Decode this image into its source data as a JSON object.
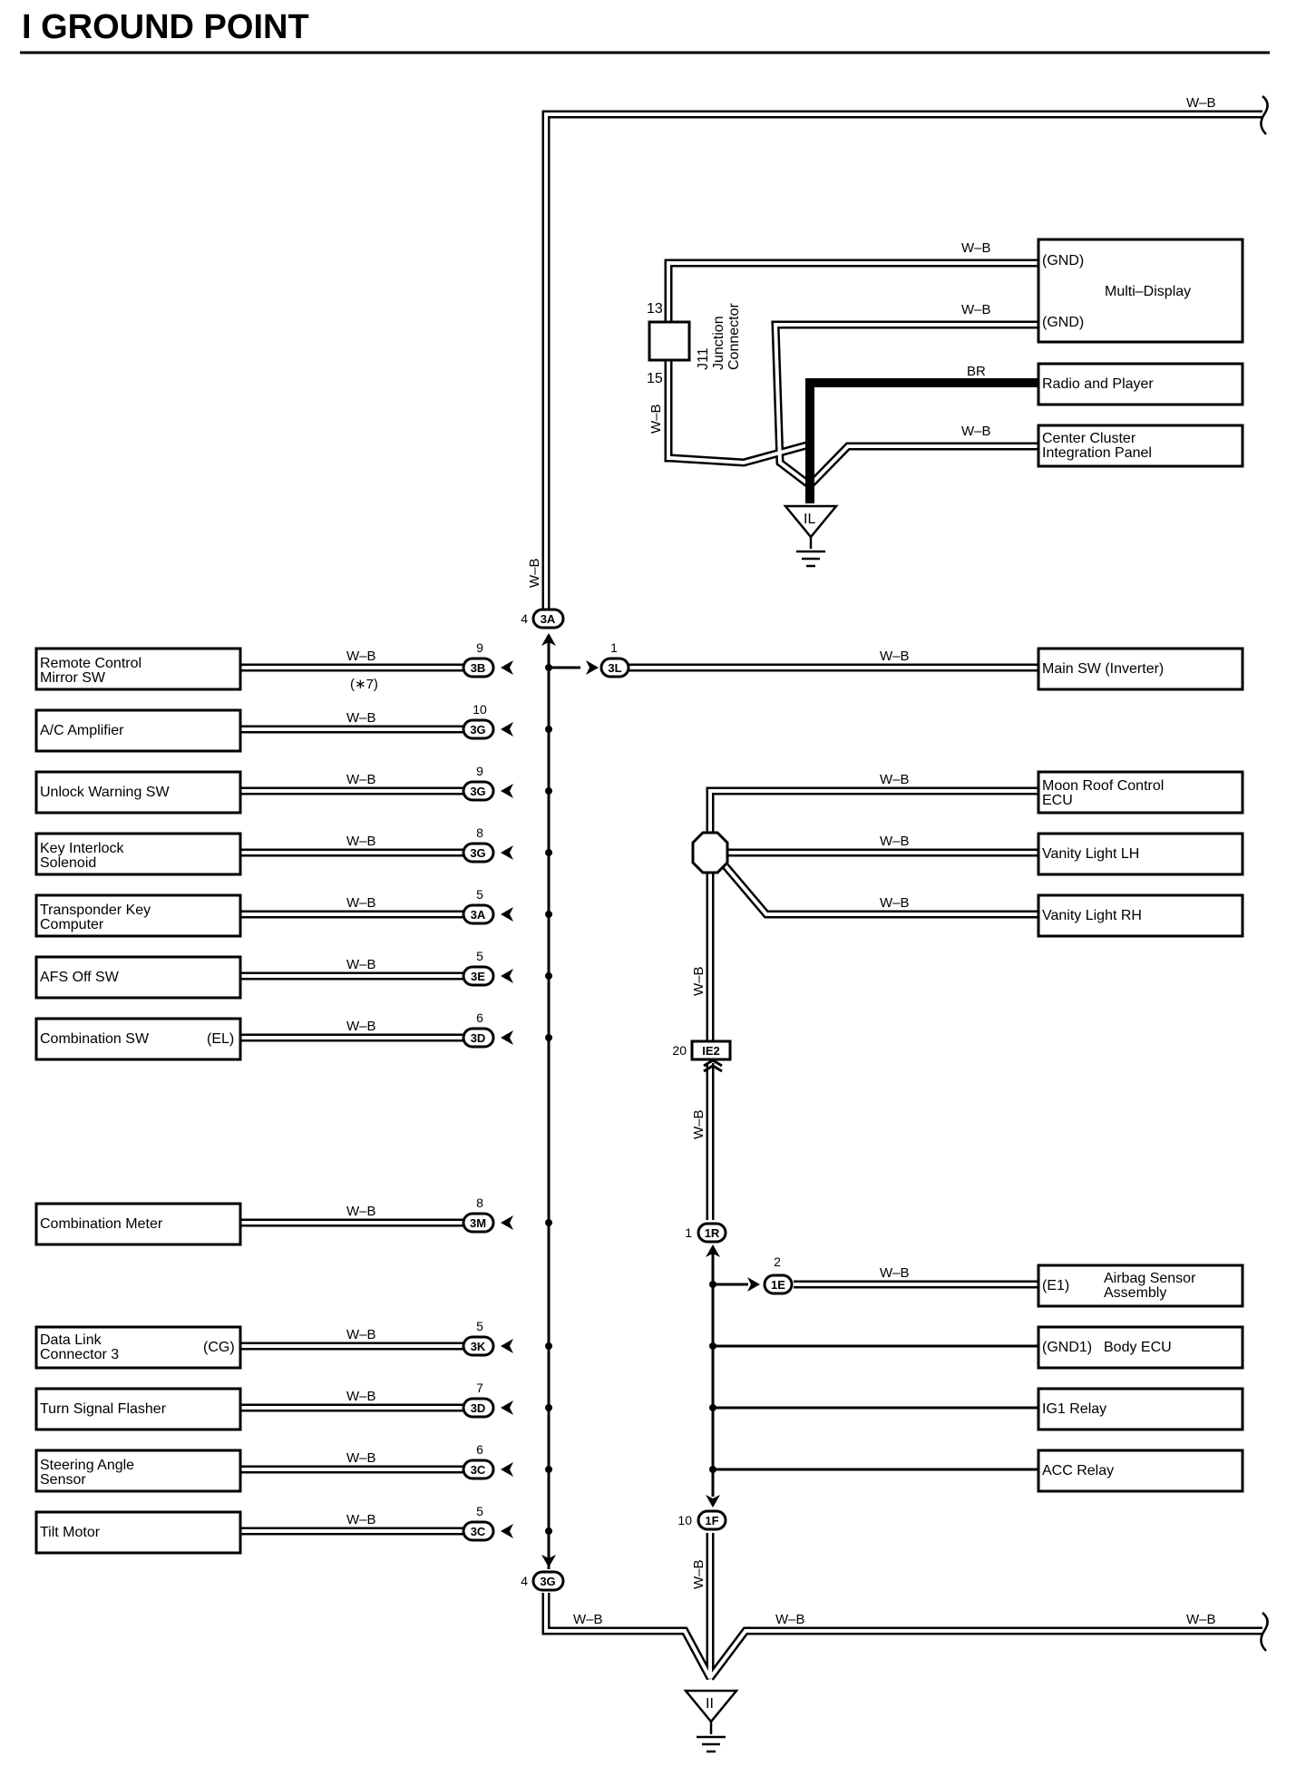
{
  "title": "I  GROUND POINT",
  "wire_wb": "W–B",
  "wire_br": "BR",
  "note_7": "(∗7)",
  "j11": {
    "label": "J11",
    "name1": "Junction",
    "name2": "Connector",
    "pin_top": "13",
    "pin_bottom": "15"
  },
  "multi_display": {
    "name": "Multi–Display",
    "gnd1": "(GND)",
    "gnd2": "(GND)"
  },
  "right_upper": {
    "radio": "Radio and Player",
    "cluster1": "Center Cluster",
    "cluster2": "Integration Panel",
    "main_sw": "Main SW (Inverter)",
    "moon1": "Moon Roof Control",
    "moon2": "ECU",
    "vanity_lh": "Vanity Light LH",
    "vanity_rh": "Vanity Light RH"
  },
  "right_lower": {
    "airbag_pin": "(E1)",
    "airbag1": "Airbag Sensor",
    "airbag2": "Assembly",
    "body_pin": "(GND1)",
    "body": "Body ECU",
    "ig1": "IG1 Relay",
    "acc": "ACC Relay"
  },
  "ground_points": {
    "il": "IL",
    "ii": "II"
  },
  "left_components": [
    {
      "l1": "Remote Control",
      "l2": "Mirror SW",
      "pin": "",
      "conn": "3B",
      "pinno": "9"
    },
    {
      "l1": "A/C Amplifier",
      "l2": "",
      "pin": "",
      "conn": "3G",
      "pinno": "10"
    },
    {
      "l1": "Unlock Warning SW",
      "l2": "",
      "pin": "",
      "conn": "3G",
      "pinno": "9"
    },
    {
      "l1": "Key Interlock",
      "l2": "Solenoid",
      "pin": "",
      "conn": "3G",
      "pinno": "8"
    },
    {
      "l1": "Transponder Key",
      "l2": "Computer",
      "pin": "",
      "conn": "3A",
      "pinno": "5"
    },
    {
      "l1": "AFS Off SW",
      "l2": "",
      "pin": "",
      "conn": "3E",
      "pinno": "5"
    },
    {
      "l1": "Combination SW",
      "l2": "",
      "pin": "(EL)",
      "conn": "3D",
      "pinno": "6"
    },
    {
      "l1": "Combination Meter",
      "l2": "",
      "pin": "",
      "conn": "3M",
      "pinno": "8"
    },
    {
      "l1": "Data Link",
      "l2": "Connector 3",
      "pin": "(CG)",
      "conn": "3K",
      "pinno": "5"
    },
    {
      "l1": "Turn Signal Flasher",
      "l2": "",
      "pin": "",
      "conn": "3D",
      "pinno": "7"
    },
    {
      "l1": "Steering Angle",
      "l2": "Sensor",
      "pin": "",
      "conn": "3C",
      "pinno": "6"
    },
    {
      "l1": "Tilt Motor",
      "l2": "",
      "pin": "",
      "conn": "3C",
      "pinno": "5"
    }
  ],
  "connectors": {
    "c3a_top": "3A",
    "c3a_top_pin": "4",
    "c3g_bottom": "3G",
    "c3g_bottom_pin": "4",
    "c3l": "3L",
    "c3l_pin": "1",
    "ie2": "IE2",
    "ie2_pin": "20",
    "c1r": "1R",
    "c1r_pin": "1",
    "c1e": "1E",
    "c1e_pin": "2",
    "c1f": "1F",
    "c1f_pin": "10"
  }
}
